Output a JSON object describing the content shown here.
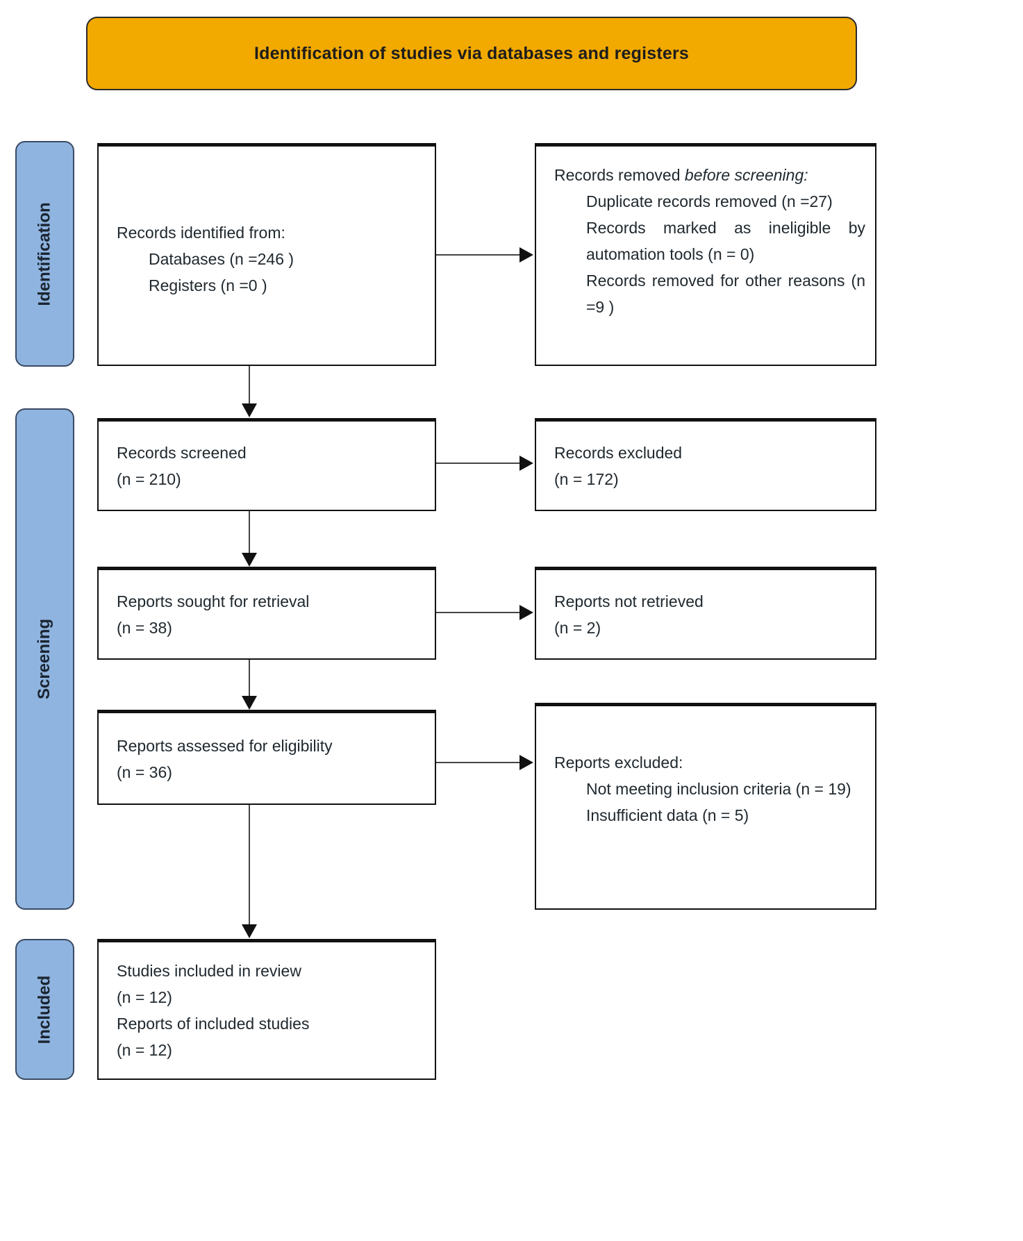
{
  "banner": {
    "title": "Identification of studies via databases and registers",
    "color": "#F2A900"
  },
  "phases": {
    "color": "#8FB4DF",
    "identification": "Identification",
    "screening": "Screening",
    "included": "Included"
  },
  "boxes": {
    "identified": {
      "line1": "Records identified from:",
      "line2": "Databases (n =246 )",
      "line3": "Registers (n =0 )"
    },
    "removed": {
      "heading_a": "Records removed ",
      "heading_b": "before screening",
      "heading_c": ":",
      "item1": "Duplicate records removed (n =27)",
      "item2": "Records marked as ineligible by automation tools (n = 0)",
      "item3": "Records removed for other reasons (n =9 )"
    },
    "screened": {
      "line1": "Records screened",
      "line2": "(n = 210)"
    },
    "excluded": {
      "line1": "Records excluded",
      "line2": "(n = 172)"
    },
    "sought": {
      "line1": "Reports sought for retrieval",
      "line2": "(n = 38)"
    },
    "not_retrieved": {
      "line1": "Reports not retrieved",
      "line2": "(n = 2)"
    },
    "assessed": {
      "line1": "Reports assessed for eligibility",
      "line2": "(n = 36)"
    },
    "reports_excluded": {
      "heading": "Reports excluded:",
      "item1": "Not meeting inclusion criteria (n = 19)",
      "item2": "Insufficient data (n = 5)"
    },
    "included": {
      "line1": "Studies included in review",
      "line2": "(n = 12)",
      "line3": "Reports of included studies",
      "line4": "(n = 12)"
    }
  }
}
